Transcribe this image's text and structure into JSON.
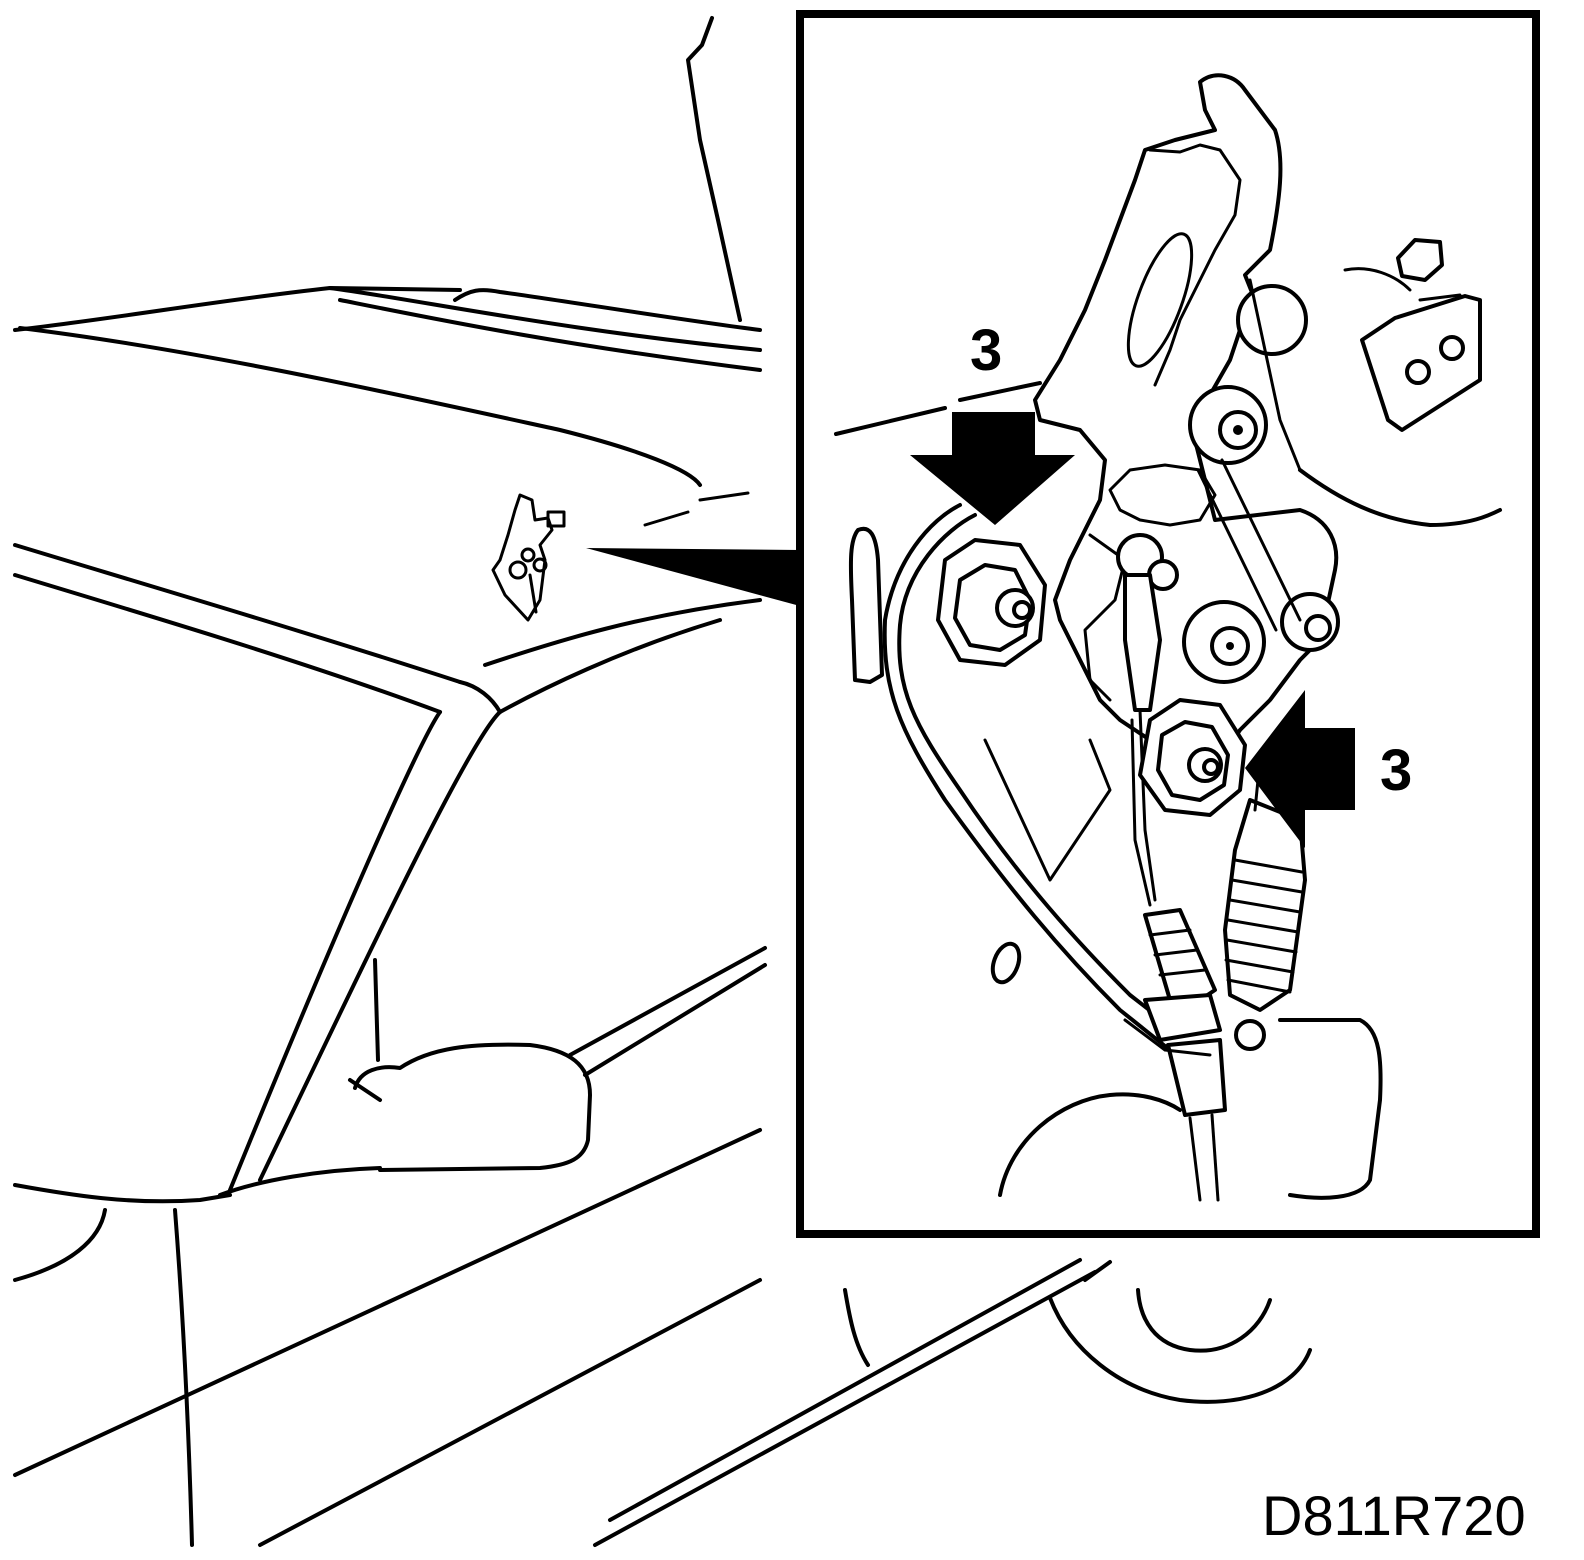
{
  "figure": {
    "code": "D811R720",
    "callouts": [
      {
        "id": "upper",
        "label": "3"
      },
      {
        "id": "lower",
        "label": "3"
      }
    ],
    "colors": {
      "line": "#000000",
      "background": "#ffffff"
    }
  }
}
